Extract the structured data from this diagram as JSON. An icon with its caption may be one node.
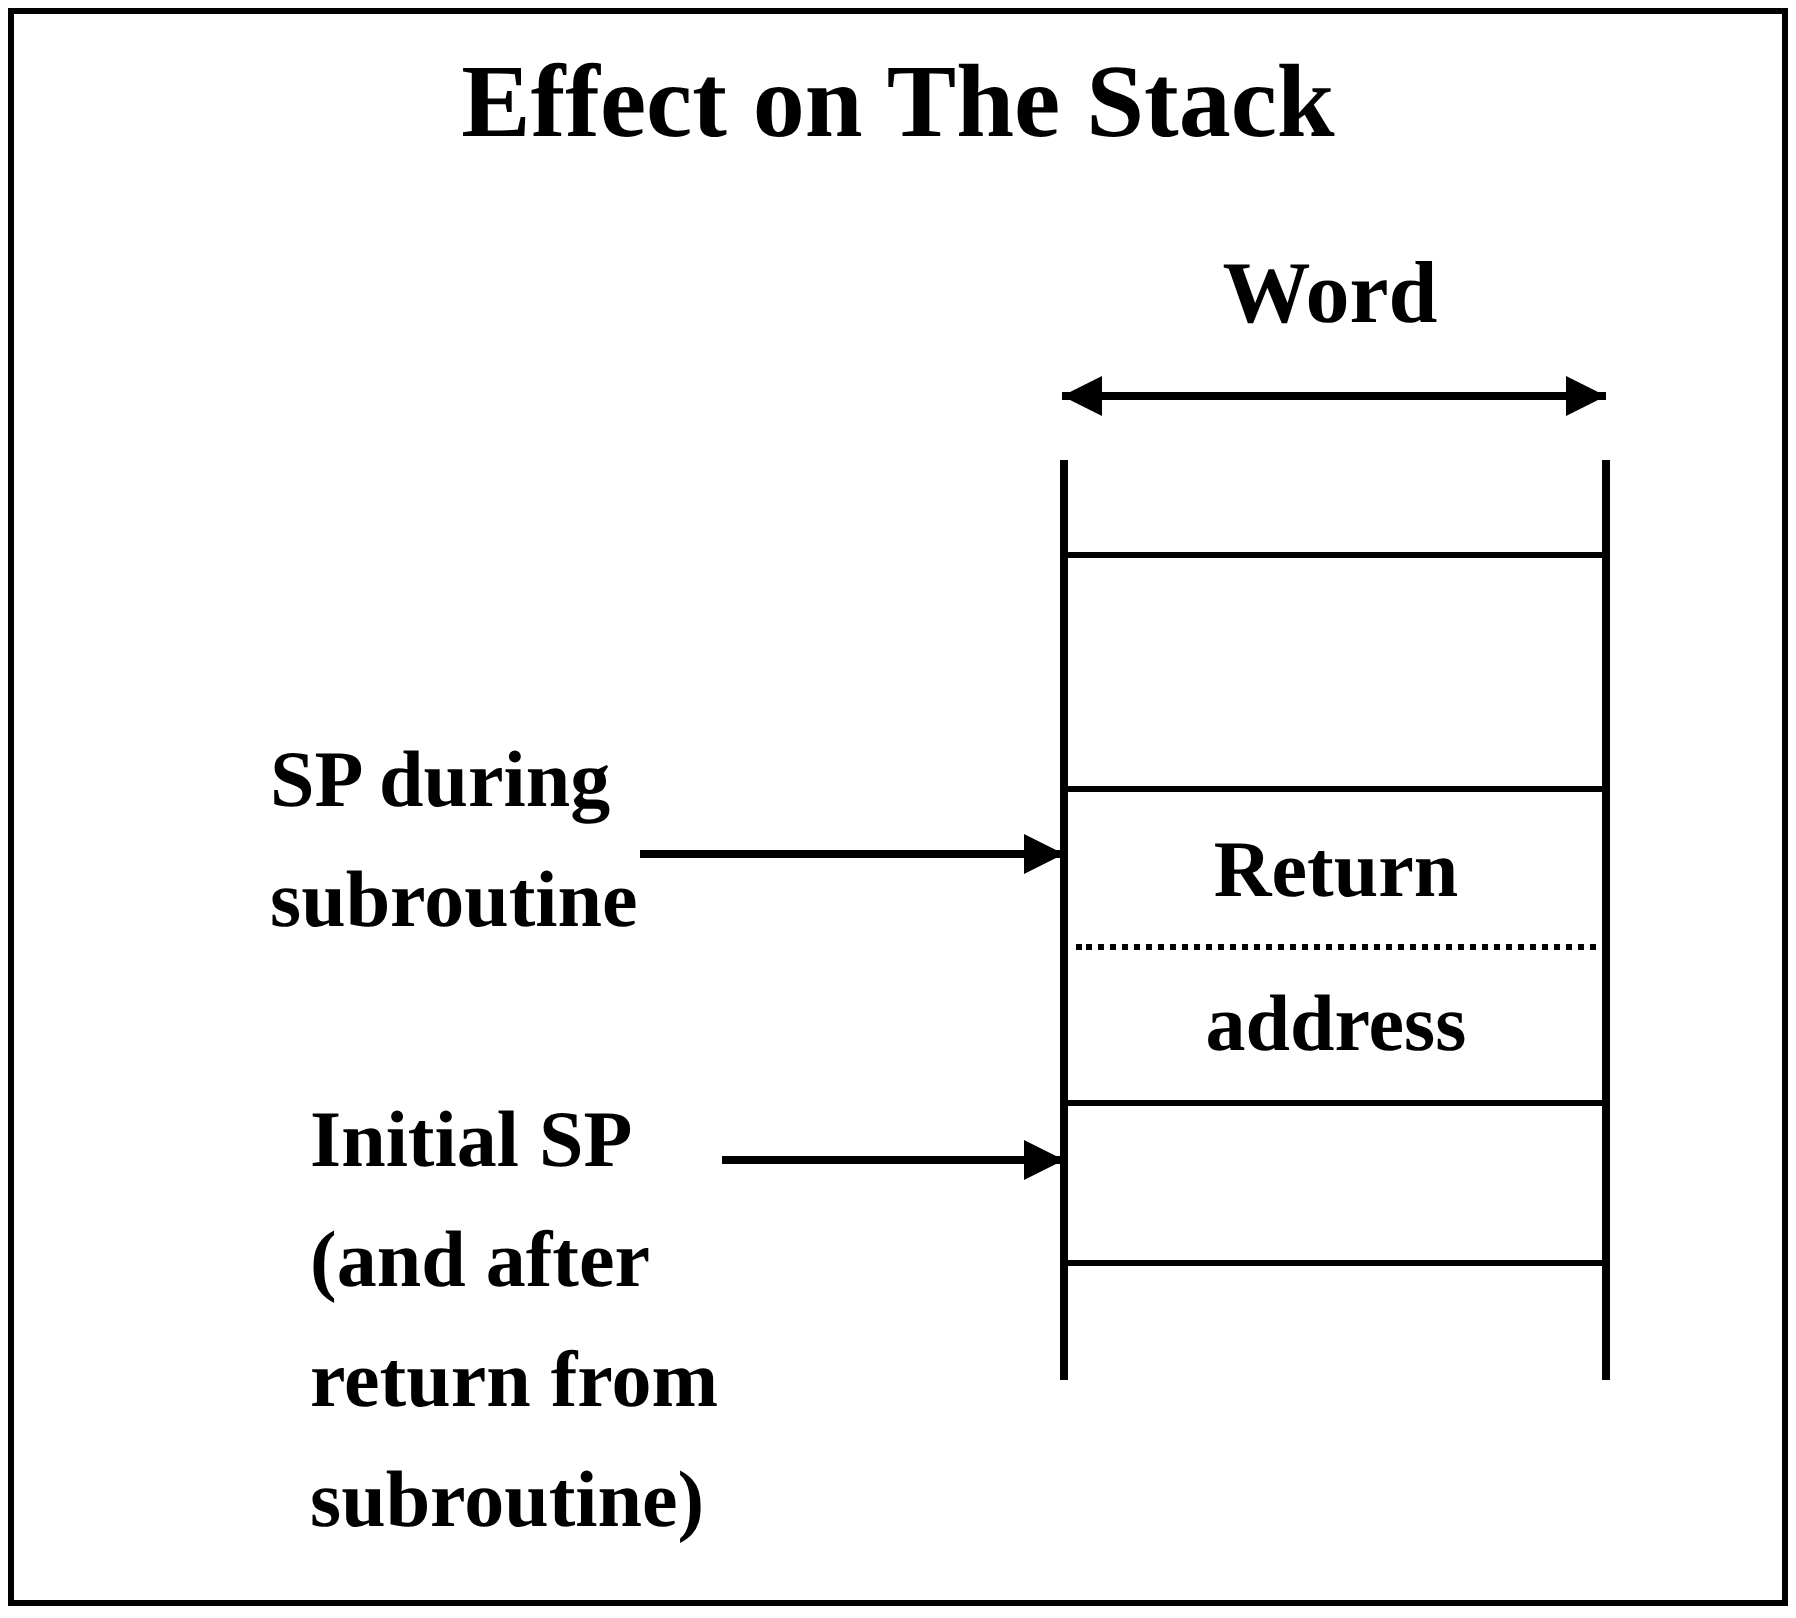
{
  "diagram": {
    "title": "Effect on The Stack",
    "nodes": [
      {
        "text": [],
        "shape": "box"
      },
      {
        "text": [
          "SP during subroutine"
        ]
      },
      {
        "text": [
          "Return",
          "address"
        ]
      },
      {
        "text": [
          "Initial SP (and after return from subroutine)"
        ]
      },
      {
        "text": [],
        "shape": "box"
      }
    ],
    "edges": [
      {
        "from": 1,
        "to": 2,
        "arrow": "to"
      },
      {
        "from": 3,
        "to": 4,
        "arrow": "to"
      }
    ],
    "labels": [
      "Word"
    ]
  }
}
